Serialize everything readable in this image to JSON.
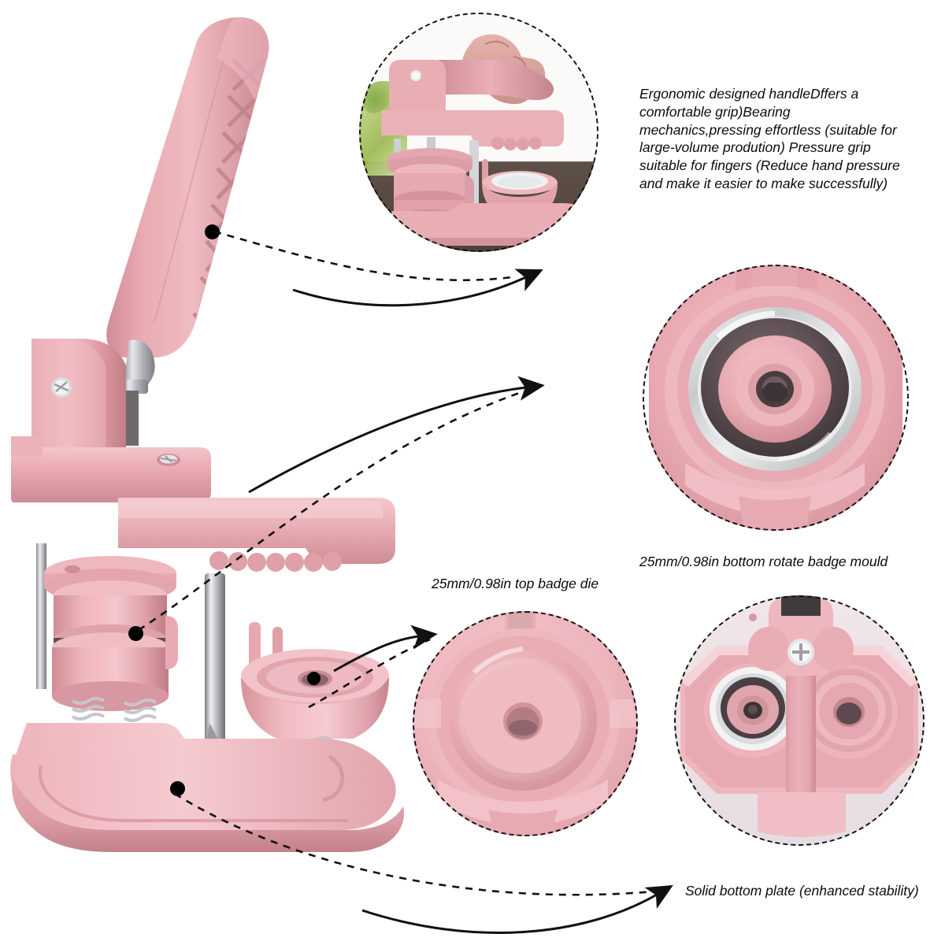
{
  "page": {
    "title": "Badge Button Maker Machine Product Infographic",
    "background_color": "#ffffff",
    "accent_color": "#e8a3ab",
    "line_color": "#111111"
  },
  "callouts": [
    {
      "id": "ergonomic-handle",
      "text": "Ergonomic designed handleDffers a comfortable grip)Bearing mechanics,pressing effortless (suitable for large-volume prodution) Pressure grip suitable for fingers (Reduce hand pressure and make it easier to make successfully)",
      "position": "top-right"
    },
    {
      "id": "top-badge-die",
      "text": "25mm/0.98in top badge die",
      "position": "middle-center"
    },
    {
      "id": "bottom-rotate-badge-mould",
      "text": "25mm/0.98in bottom rotate badge mould",
      "position": "middle-right"
    },
    {
      "id": "solid-bottom-plate",
      "text": "Solid bottom plate (enhanced stability)",
      "position": "bottom-right"
    }
  ],
  "insets": [
    {
      "id": "hand-pressing-handle",
      "caption_ref": "ergonomic-handle",
      "description": "Hand gripping the pink press handle on a desk"
    },
    {
      "id": "top-badge-die-macro",
      "caption_ref": "bottom-rotate-badge-mould",
      "description": "Close-up of circular badge die with metal ring and dark center"
    },
    {
      "id": "bottom-mould-macro",
      "caption_ref": "top-badge-die",
      "description": "Close-up of pink bottom rotate badge mould with center hole"
    },
    {
      "id": "base-plate-top-view",
      "caption_ref": "solid-bottom-plate",
      "description": "Top-down view of the base plate with two moulds and center screw"
    }
  ],
  "product": {
    "name": "25mm badge button maker press",
    "color_name": "pink",
    "body_color": "#e8a3ab",
    "body_color_light": "#f3c3c8",
    "body_color_dark": "#c8848c",
    "metal_color": "#c9c9cd",
    "parts": [
      {
        "name": "handle",
        "marker": true
      },
      {
        "name": "pivot-head",
        "marker": false
      },
      {
        "name": "top-badge-die",
        "marker": true
      },
      {
        "name": "bottom-rotate-badge-mould",
        "marker": true
      },
      {
        "name": "solid-bottom-plate",
        "marker": true
      }
    ]
  }
}
